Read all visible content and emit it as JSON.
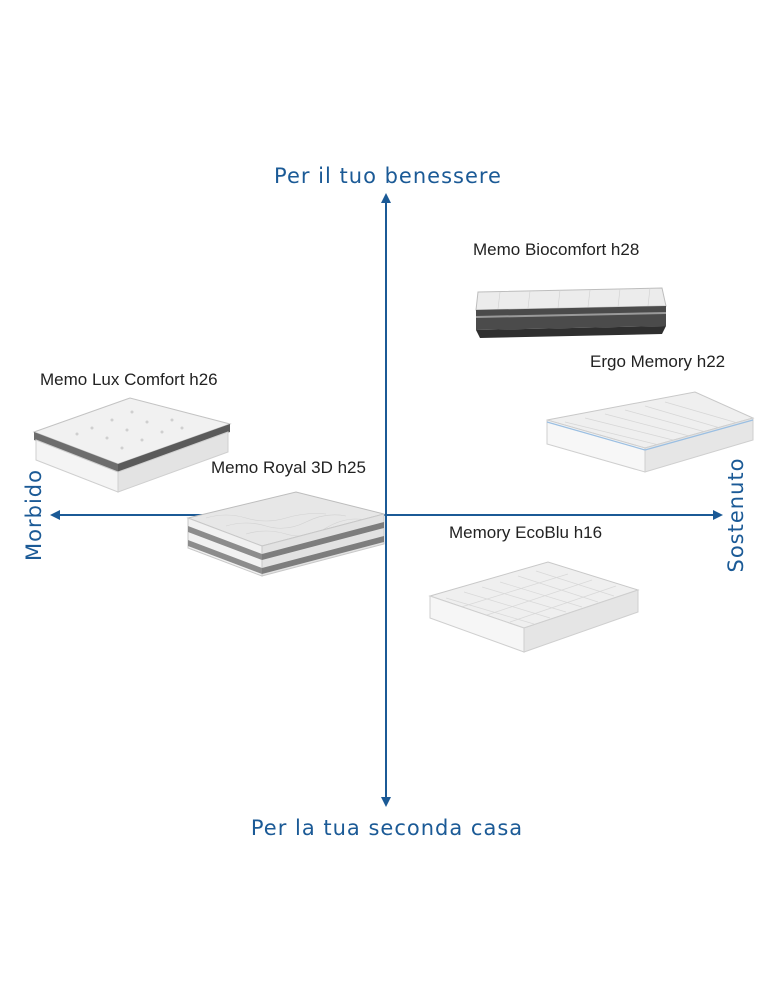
{
  "axes": {
    "top": "Per il tuo benessere",
    "bottom": "Per la tua seconda casa",
    "left": "Morbido",
    "right": "Sostenuto"
  },
  "colors": {
    "axis": "#1b5a96",
    "text": "#222222",
    "mattress_light": "#e9e9e9",
    "mattress_dark": "#4a4a4a",
    "mattress_band": "#8c8c8c"
  },
  "products": [
    {
      "name": "Memo Biocomfort h28",
      "style": "dark"
    },
    {
      "name": "Ergo Memory h22",
      "style": "white"
    },
    {
      "name": "Memo Lux Comfort h26",
      "style": "pillowtop"
    },
    {
      "name": "Memo Royal 3D h25",
      "style": "banded"
    },
    {
      "name": "Memory EcoBlu h16",
      "style": "white"
    }
  ]
}
